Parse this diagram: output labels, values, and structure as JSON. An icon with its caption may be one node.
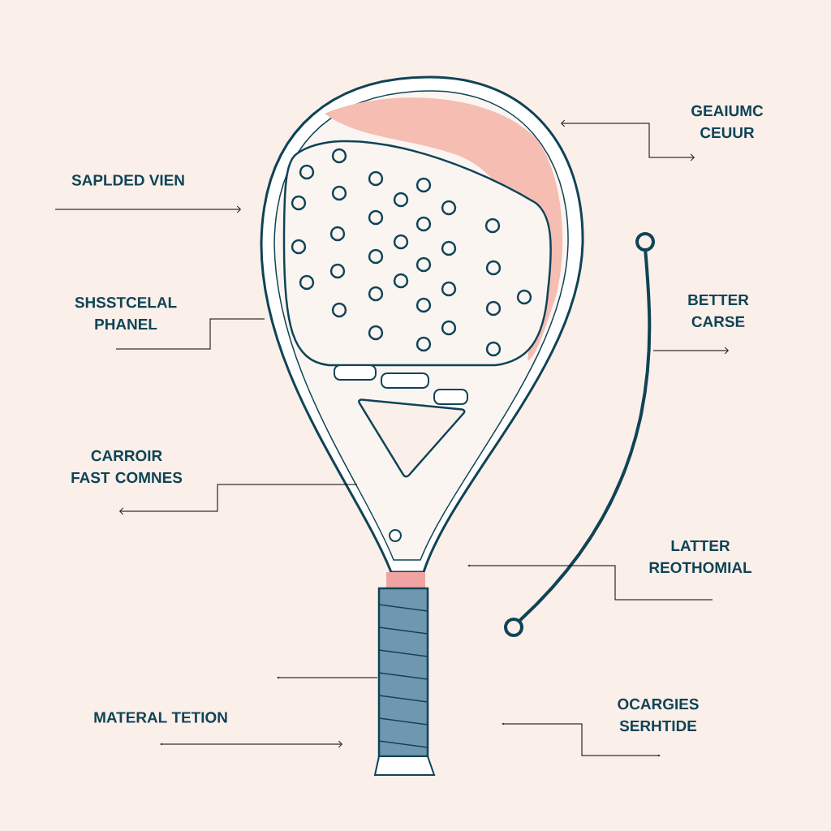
{
  "diagram": {
    "labels": [
      "GEAIUMC CEUUR",
      "SAPLDED VIEN",
      "SHSSTCELAL PHANEL",
      "BETTER CARSE",
      "CARROIR FAST COMNES",
      "LATTER REOTHOMIAL",
      "OCARGIES SERHTIDE",
      "MATERAL TETION"
    ]
  }
}
